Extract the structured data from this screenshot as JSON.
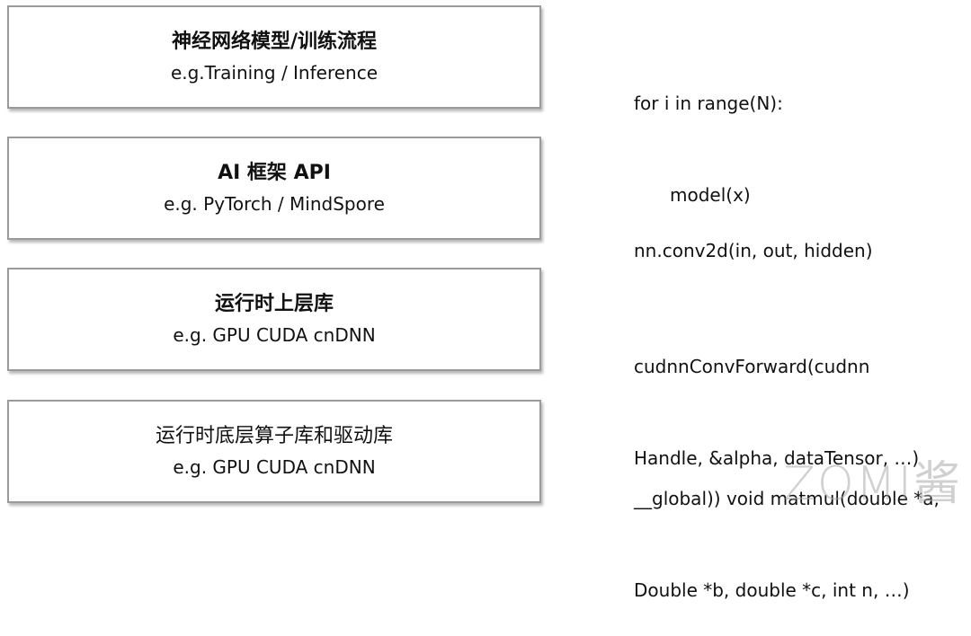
{
  "layers": [
    {
      "title": "神经网络模型/训练流程",
      "subtitle": "e.g.Training / Inference",
      "code": [
        "for i in range(N):",
        "model(x)"
      ]
    },
    {
      "title": "AI 框架 API",
      "subtitle": "e.g. PyTorch / MindSpore",
      "code": [
        "nn.conv2d(in, out, hidden)"
      ]
    },
    {
      "title": "运行时上层库",
      "subtitle": "e.g. GPU CUDA cnDNN",
      "code": [
        "cudnnConvForward(cudnn",
        "Handle, &alpha, dataTensor, …)"
      ]
    },
    {
      "title": "运行时底层算子库和驱动库",
      "subtitle": "e.g. GPU CUDA cnDNN",
      "code": [
        "__global)) void matmul(double *a,",
        "Double *b, double *c, int n, …)"
      ]
    }
  ],
  "watermark": "ZOMI酱"
}
